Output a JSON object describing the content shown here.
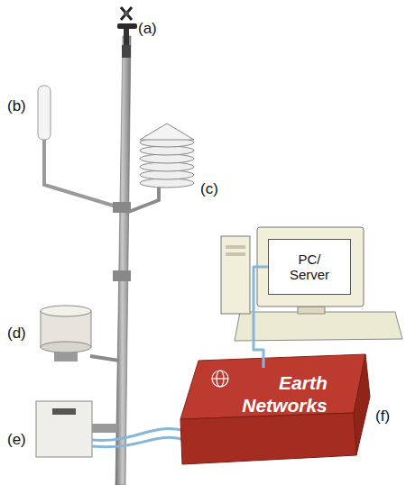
{
  "diagram": {
    "nodes": [
      {
        "text": [
          "PC/ Server"
        ]
      },
      {
        "text": [
          "Earth Networks"
        ]
      }
    ],
    "edges": [
      {
        "from": 0,
        "to": 1,
        "arrow": "none"
      }
    ],
    "labels": [
      "(a)",
      "(b)",
      "(c)",
      "(d)",
      "(e)",
      "(f)"
    ]
  }
}
